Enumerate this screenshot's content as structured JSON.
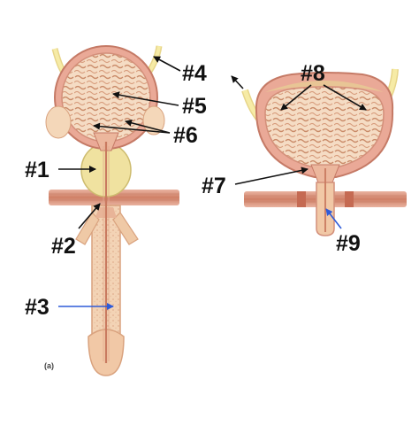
{
  "figure_label": "(a)",
  "labels": {
    "l1": "#1",
    "l2": "#2",
    "l3": "#3",
    "l4": "#4",
    "l5": "#5",
    "l6": "#6",
    "l7": "#7",
    "l8": "#8",
    "l9": "#9"
  },
  "colors": {
    "tissue": "#f2cfae",
    "tissue_dark": "#d9a27e",
    "mucosa": "#e8b89a",
    "muscle": "#d88d77",
    "prostate": "#f0e2a0",
    "ureter": "#f6eba6",
    "arrow_black": "#111111",
    "arrow_blue": "#2f5bd8"
  },
  "icons": [
    "bladder-illustration-left",
    "bladder-illustration-right",
    "penis-urethra-illustration"
  ]
}
